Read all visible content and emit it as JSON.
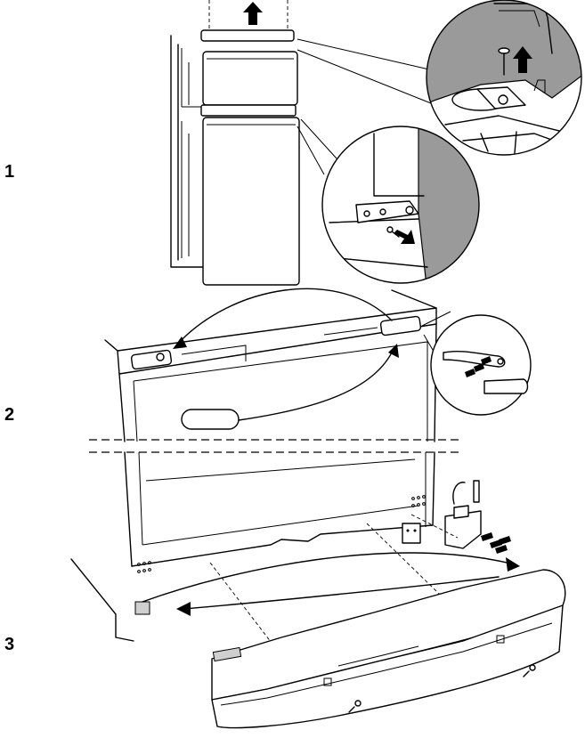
{
  "steps": [
    {
      "label": "1"
    },
    {
      "label": "2"
    },
    {
      "label": "3"
    }
  ],
  "colors": {
    "line": "#000000",
    "wall_shade": "#9a9a9a",
    "background": "#ffffff"
  },
  "icons": [
    "arrow-up-icon",
    "arrow-down-right-icon",
    "screw-icon",
    "curved-arrow-icon"
  ]
}
